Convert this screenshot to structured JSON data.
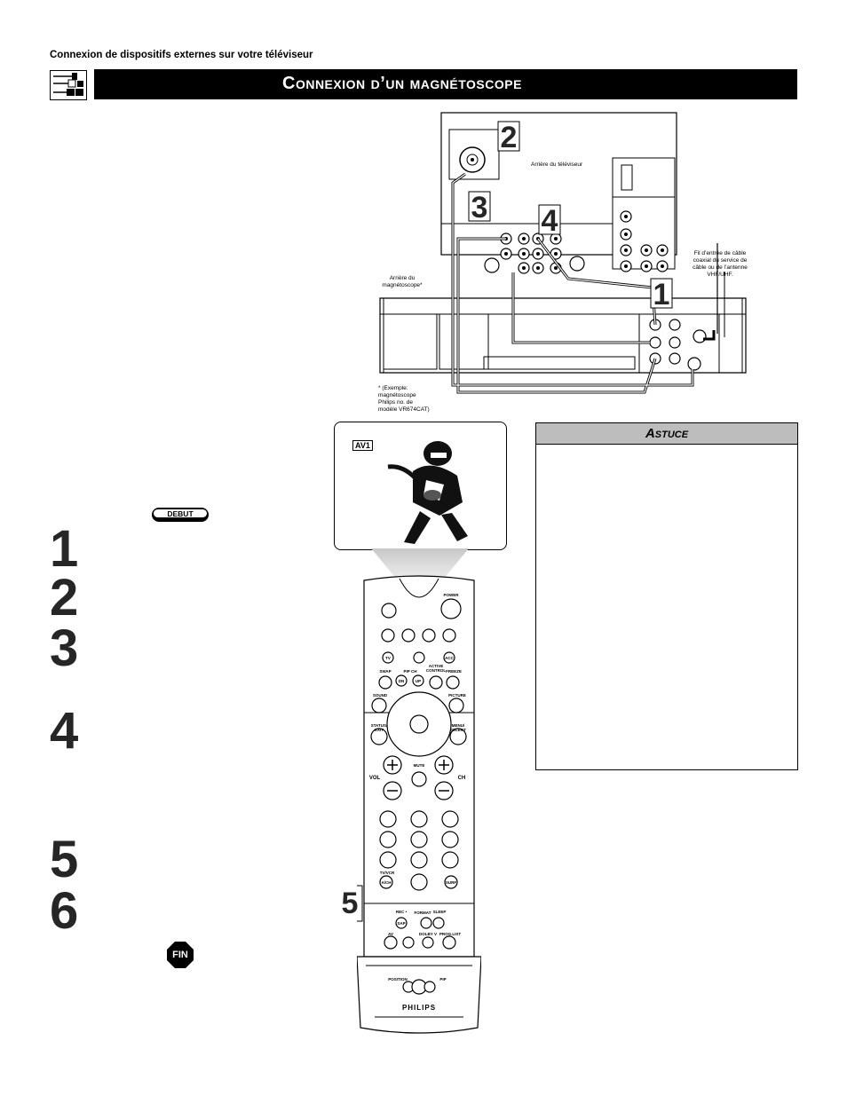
{
  "header": {
    "running_head": "Connexion de dispositifs externes sur votre téléviseur",
    "title": "Connexion d’un magnétoscope"
  },
  "diagram": {
    "tv_back_label": "Arrière du téléviseur",
    "vcr_back_label": "Arrière du\nmagnétoscope*",
    "cable_label": "Fil d’entrée de câble\ncoaxial du service de\ncâble ou de l’antenne\nVHF/UHF.",
    "footnote": "* (Exemple:\nmagnétoscope\nPhilips no. de\nmodèle VR674CAT)",
    "callouts": [
      "2",
      "3",
      "4",
      "1"
    ]
  },
  "tv_screen": {
    "osd_label": "AV1"
  },
  "badges": {
    "start": "DEBUT",
    "end": "FIN"
  },
  "steps": [
    "1",
    "2",
    "3",
    "4",
    "5",
    "6"
  ],
  "tip": {
    "title": "Astuce"
  },
  "remote": {
    "callout": "5",
    "brand": "PHILIPS",
    "labels": {
      "power": "POWER",
      "tv": "TV",
      "acc": "ACC",
      "swap": "SWAP",
      "pip_ch": "PIP CH",
      "active_control": "ACTIVE\nCONTROL",
      "freeze": "FREEZE",
      "dn": "DN",
      "up": "UP",
      "sound": "SOUND",
      "picture": "PICTURE",
      "status_exit": "STATUS/\nEXIT",
      "menu_select": "MENU/\nSELECT",
      "mute": "MUTE",
      "vol": "VOL",
      "ch": "CH",
      "tv_vcr": "TV/VCR",
      "a_ch": "A/CH",
      "surf": "SURF",
      "rec": "REC •",
      "format": "FORMAT",
      "sleep": "SLEEP",
      "sap": "SAP",
      "av": "AV",
      "dolby_v": "DOLBY V",
      "prog_list": "PROG.LIST",
      "position": "POSITION",
      "pip": "PIP"
    }
  },
  "colors": {
    "title_bar": "#000000",
    "tip_header": "#bdbdbd",
    "step_number": "#262626",
    "tv_screen_fade": "#c8c8c8"
  }
}
